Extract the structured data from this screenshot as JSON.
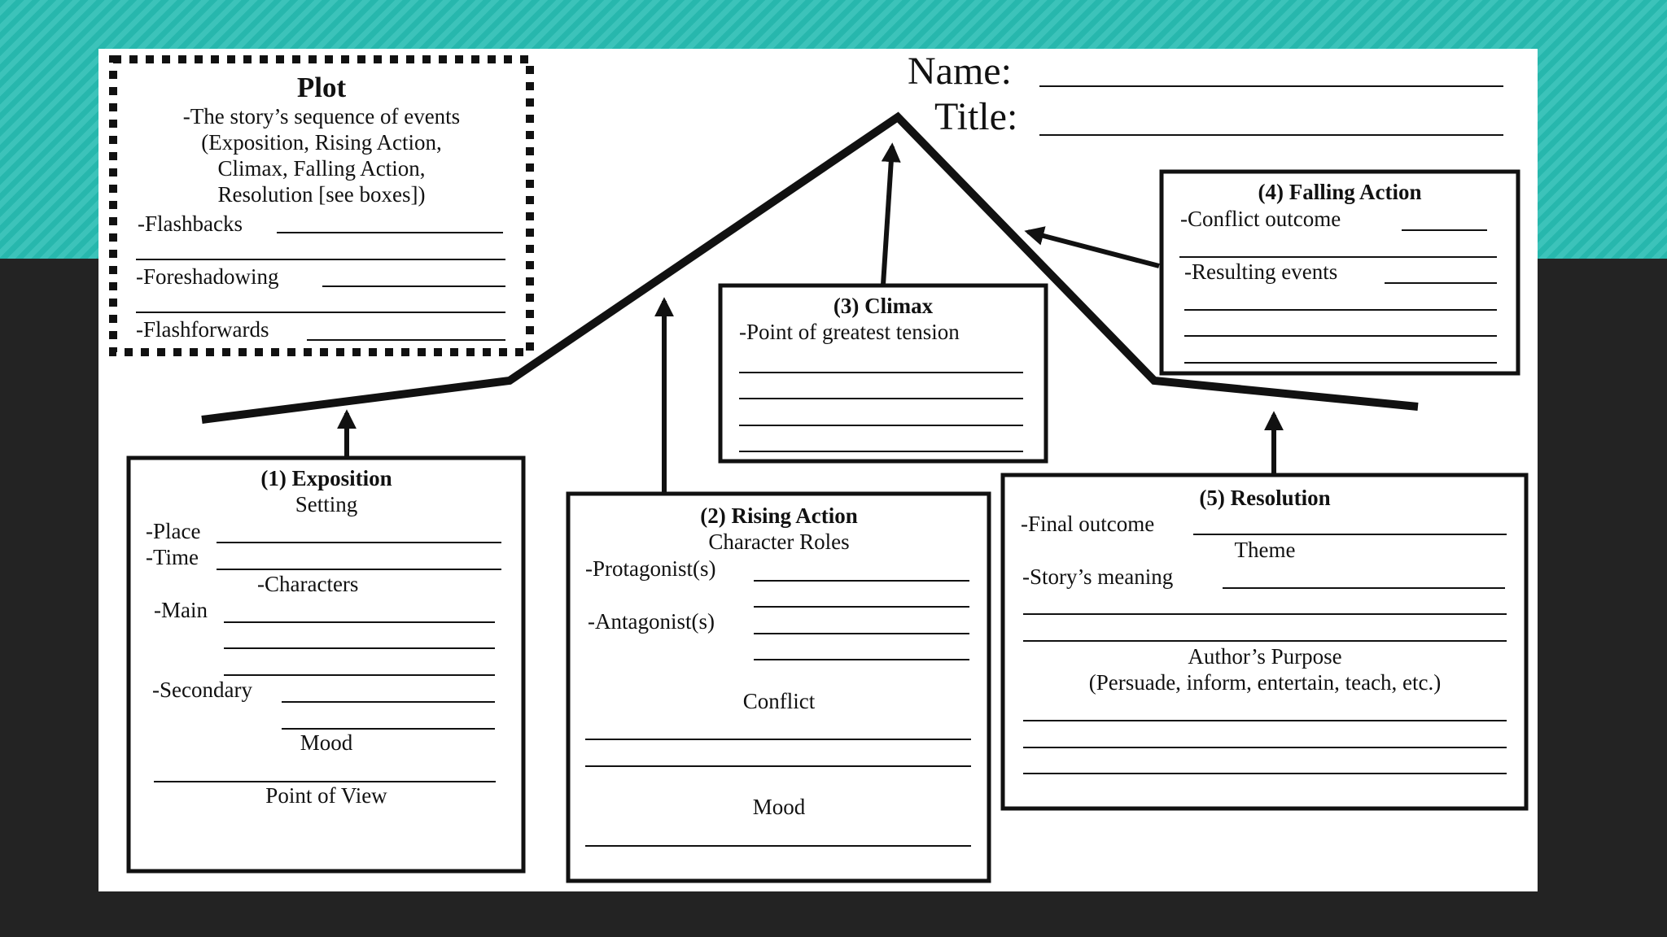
{
  "colors": {
    "teal": "#27b7ad",
    "dark": "#232323",
    "ink": "#111111",
    "paper": "#ffffff"
  },
  "header": {
    "name_label": "Name:",
    "title_label": "Title:"
  },
  "plot_box": {
    "title": "Plot",
    "desc_line1": "-The story’s sequence of events",
    "desc_line2": "(Exposition, Rising Action,",
    "desc_line3": "Climax, Falling Action,",
    "desc_line4": "Resolution [see boxes])",
    "flashbacks": "-Flashbacks",
    "foreshadowing": "-Foreshadowing",
    "flashforwards": "-Flashforwards"
  },
  "exposition": {
    "title": "(1) Exposition",
    "setting": "Setting",
    "place": "-Place",
    "time": "-Time",
    "characters": "-Characters",
    "main": "-Main",
    "secondary": "-Secondary",
    "mood": "Mood",
    "pov": "Point of View"
  },
  "rising_action": {
    "title": "(2) Rising Action",
    "subtitle": "Character Roles",
    "protagonists": "-Protagonist(s)",
    "antagonists": "-Antagonist(s)",
    "conflict": "Conflict",
    "mood": "Mood"
  },
  "climax": {
    "title": "(3) Climax",
    "desc": "-Point of greatest tension"
  },
  "falling_action": {
    "title": "(4) Falling Action",
    "conflict_outcome": "-Conflict outcome",
    "resulting_events": "-Resulting events"
  },
  "resolution": {
    "title": "(5) Resolution",
    "final_outcome": "-Final outcome",
    "theme": "Theme",
    "meaning": "-Story’s meaning",
    "purpose": "Author’s Purpose",
    "purpose_examples": "(Persuade, inform, entertain, teach, etc.)"
  }
}
